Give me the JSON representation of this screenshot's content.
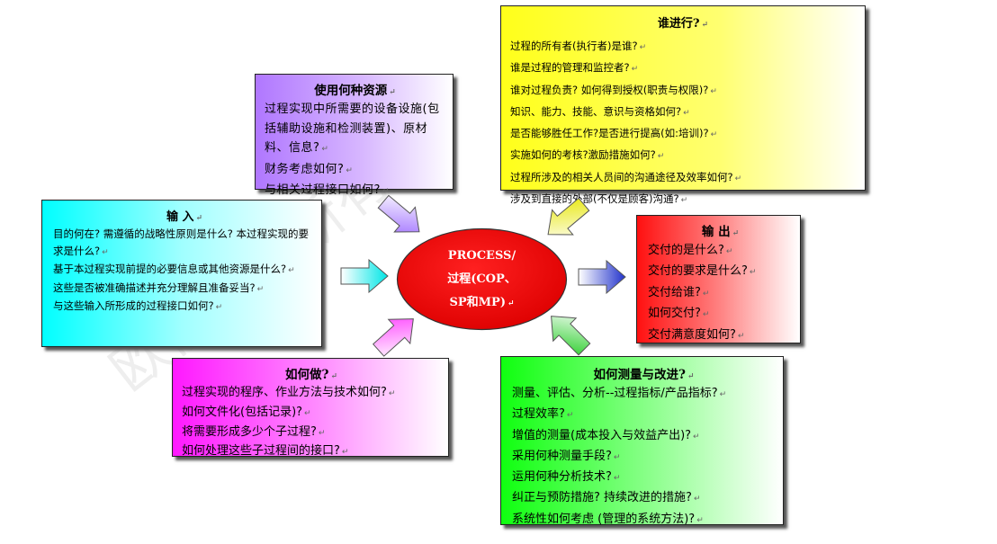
{
  "center": {
    "line1": "PROCESS/",
    "line2": "过程(COP、",
    "line3": "SP和MP)"
  },
  "who": {
    "title": "谁进行?",
    "items": [
      "过程的所有者(执行者)是谁?",
      "谁是过程的管理和监控者?",
      "谁对过程负责? 如何得到授权(职责与权限)?",
      "知识、能力、技能、意识与资格如何?",
      "是否能够胜任工作?是否进行提高(如:培训)?",
      "实施如何的考核?激励措施如何?",
      "过程所涉及的相关人员间的沟通途径及效率如何?",
      "涉及到直接的外部(不仅是顾客)沟通?"
    ]
  },
  "resources": {
    "title": "使用何种资源",
    "items": [
      "过程实现中所需要的设备设施(包括辅助设施和检测装置)、原材料、信息?",
      "财务考虑如何?",
      "与相关过程接口如何?"
    ]
  },
  "input": {
    "title": "输 入",
    "items": [
      "目的何在? 需遵循的战略性原则是什么? 本过程实现的要求是什么?",
      "基于本过程实现前提的必要信息或其他资源是什么?",
      "这些是否被准确描述并充分理解且准备妥当?",
      "与这些输入所形成的过程接口如何?"
    ]
  },
  "output": {
    "title": "输 出",
    "items": [
      "交付的是什么?",
      "交付的要求是什么?",
      "交付给谁?",
      "如何交付?",
      "交付满意度如何?"
    ]
  },
  "how": {
    "title": "如何做?",
    "items": [
      "过程实现的程序、作业方法与技术如何?",
      "如何文件化(包括记录)?",
      "将需要形成多少个子过程?",
      "如何处理这些子过程间的接口?"
    ]
  },
  "measure": {
    "title": "如何测量与改进?",
    "items": [
      "测量、评估、分析--过程指标/产品指标?",
      "过程效率?",
      "增值的测量(成本投入与效益产出)?",
      "采用何种测量手段?",
      "运用何种分析技术?",
      "纠正与预防措施? 持续改进的措施?",
      "系统性如何考虑 (管理的系统方法)?"
    ]
  },
  "paragraph_mark": "↵",
  "colors": {
    "center": "#ff0000",
    "who": "#ffff00",
    "resources": "#9966ff",
    "input": "#00ffff",
    "output": "#ff0000",
    "how": "#ff00ff",
    "measure": "#00ff00"
  },
  "watermark": "欧倡版权所有"
}
